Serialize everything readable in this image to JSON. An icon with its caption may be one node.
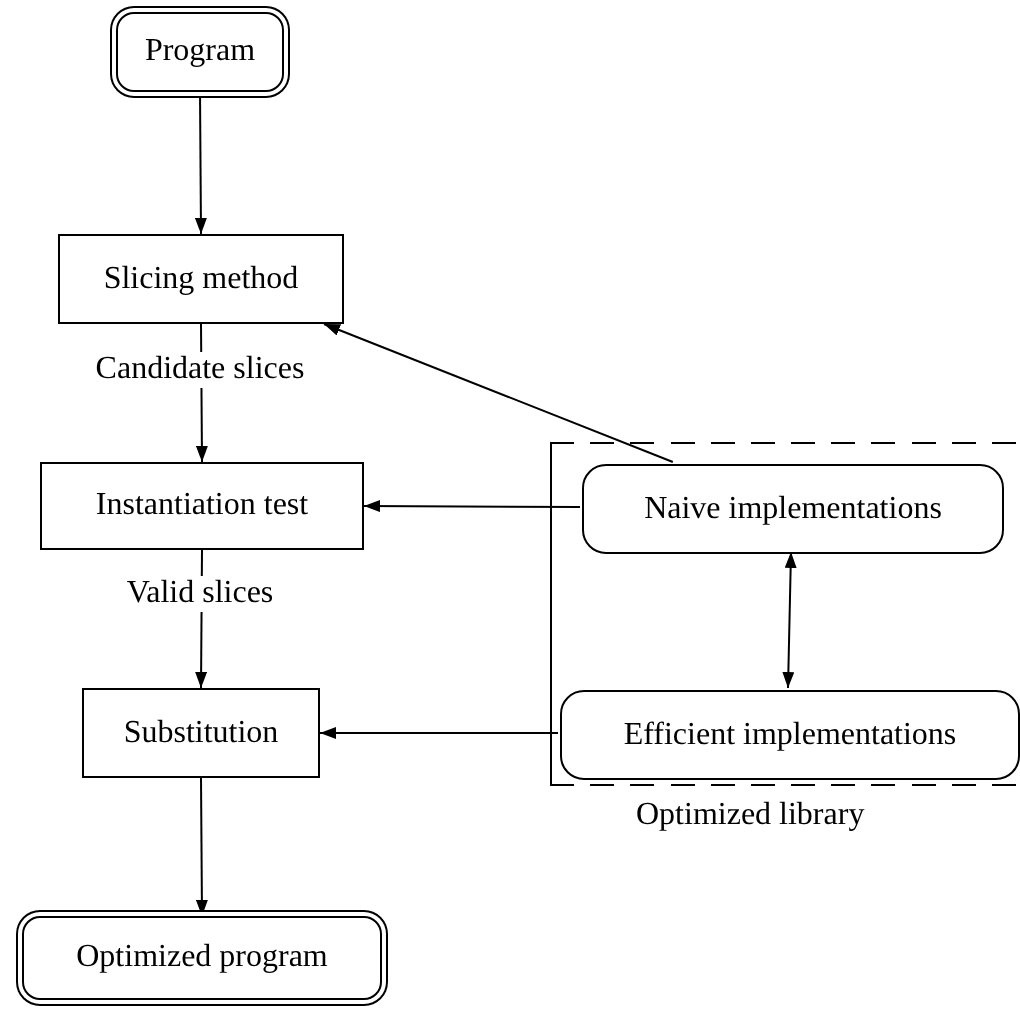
{
  "diagram": {
    "nodes": [
      {
        "text": [
          "Program"
        ]
      },
      {
        "text": [
          "Slicing method"
        ]
      },
      {
        "text": [
          "Instantiation test"
        ]
      },
      {
        "text": [
          "Substitution"
        ]
      },
      {
        "text": [
          "Optimized program"
        ]
      },
      {
        "text": [
          "Optimized library"
        ]
      },
      {
        "text": [
          "Naive implementations"
        ],
        "in": 5
      },
      {
        "text": [
          "Efficient implementations"
        ],
        "in": 5
      }
    ],
    "edges": [
      {
        "from": 0,
        "to": 1,
        "arrow": "to"
      },
      {
        "from": 1,
        "to": 2,
        "arrow": "to",
        "label": "Candidate slices"
      },
      {
        "from": 2,
        "to": 3,
        "arrow": "to",
        "label": "Valid slices"
      },
      {
        "from": 3,
        "to": 4,
        "arrow": "to"
      },
      {
        "from": 6,
        "to": 1,
        "arrow": "to"
      },
      {
        "from": 6,
        "to": 2,
        "arrow": "to"
      },
      {
        "from": 7,
        "to": 3,
        "arrow": "to"
      },
      {
        "from": 6,
        "to": 7,
        "arrow": "both"
      }
    ]
  }
}
